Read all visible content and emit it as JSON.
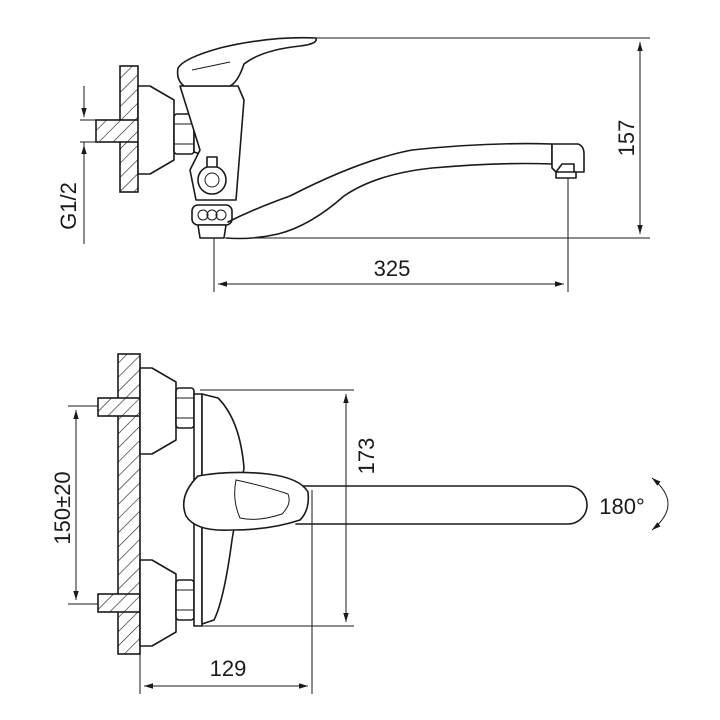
{
  "dimensions": {
    "top_height": "157",
    "top_length": "325",
    "thread": "G1/2",
    "bottom_height": "173",
    "center_distance": "150±20",
    "bottom_depth": "129",
    "rotation": "180°"
  }
}
